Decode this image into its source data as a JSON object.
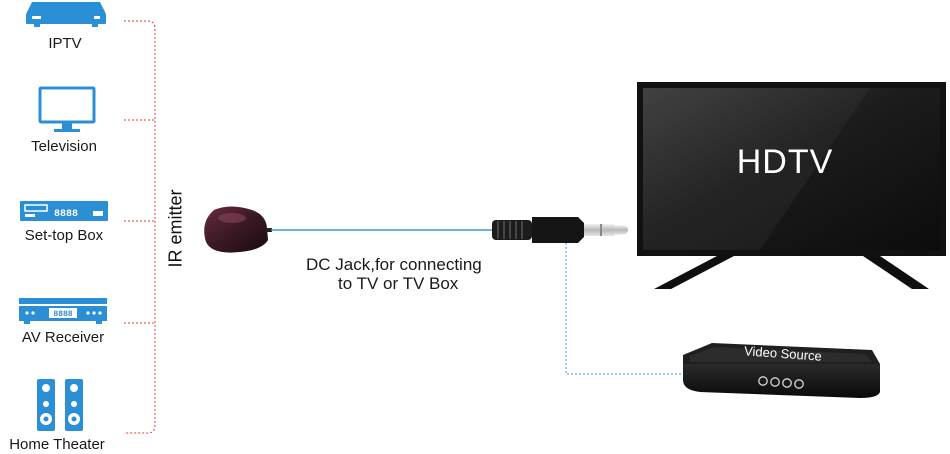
{
  "devices": [
    {
      "label": "IPTV",
      "icon": "iptv-box-icon"
    },
    {
      "label": "Television",
      "icon": "monitor-icon"
    },
    {
      "label": "Set-top Box",
      "icon": "set-top-box-icon"
    },
    {
      "label": "AV Receiver",
      "icon": "av-receiver-icon"
    },
    {
      "label": "Home Theater",
      "icon": "speakers-icon"
    }
  ],
  "set_top_box_display": "8888",
  "av_receiver_display": "8888",
  "emitter_label": "IR emitter",
  "caption": {
    "line1": "DC Jack,for connecting",
    "line2": "to TV or TV Box"
  },
  "hdtv_label": "HDTV",
  "video_source_label": "Video Source",
  "colors": {
    "icon_blue": "#2b8fd6",
    "bracket_red": "#e03b2f",
    "cable_blue": "#3a9ad9",
    "tv_black": "#111111"
  }
}
